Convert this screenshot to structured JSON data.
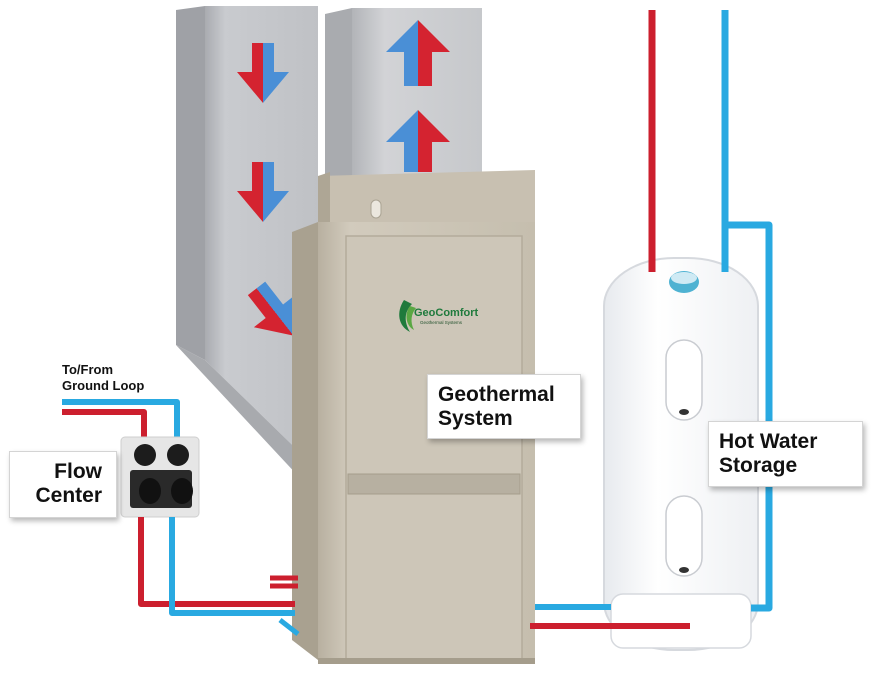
{
  "labels": {
    "ground_loop_line1": "To/From",
    "ground_loop_line2": "Ground Loop",
    "flow_center_line1": "Flow",
    "flow_center_line2": "Center",
    "geothermal_line1": "Geothermal",
    "geothermal_line2": "System",
    "hot_water_line1": "Hot Water",
    "hot_water_line2": "Storage"
  },
  "brand": {
    "logo_text": "GeoComfort",
    "logo_subtext": "Geothermal Systems"
  },
  "colors": {
    "hot_pipe": "#cc1f2e",
    "cold_pipe": "#29a9e1",
    "duct_gray": "#c4c6ca",
    "unit_beige": "#c9c2b4",
    "tank_white": "#ffffff",
    "logo_green": "#1f7a3c"
  },
  "icons": {
    "supply_arrow": "arrow-down-red-blue-icon",
    "return_arrow": "arrow-up-blue-red-icon",
    "logo": "leaf-logo-icon"
  }
}
